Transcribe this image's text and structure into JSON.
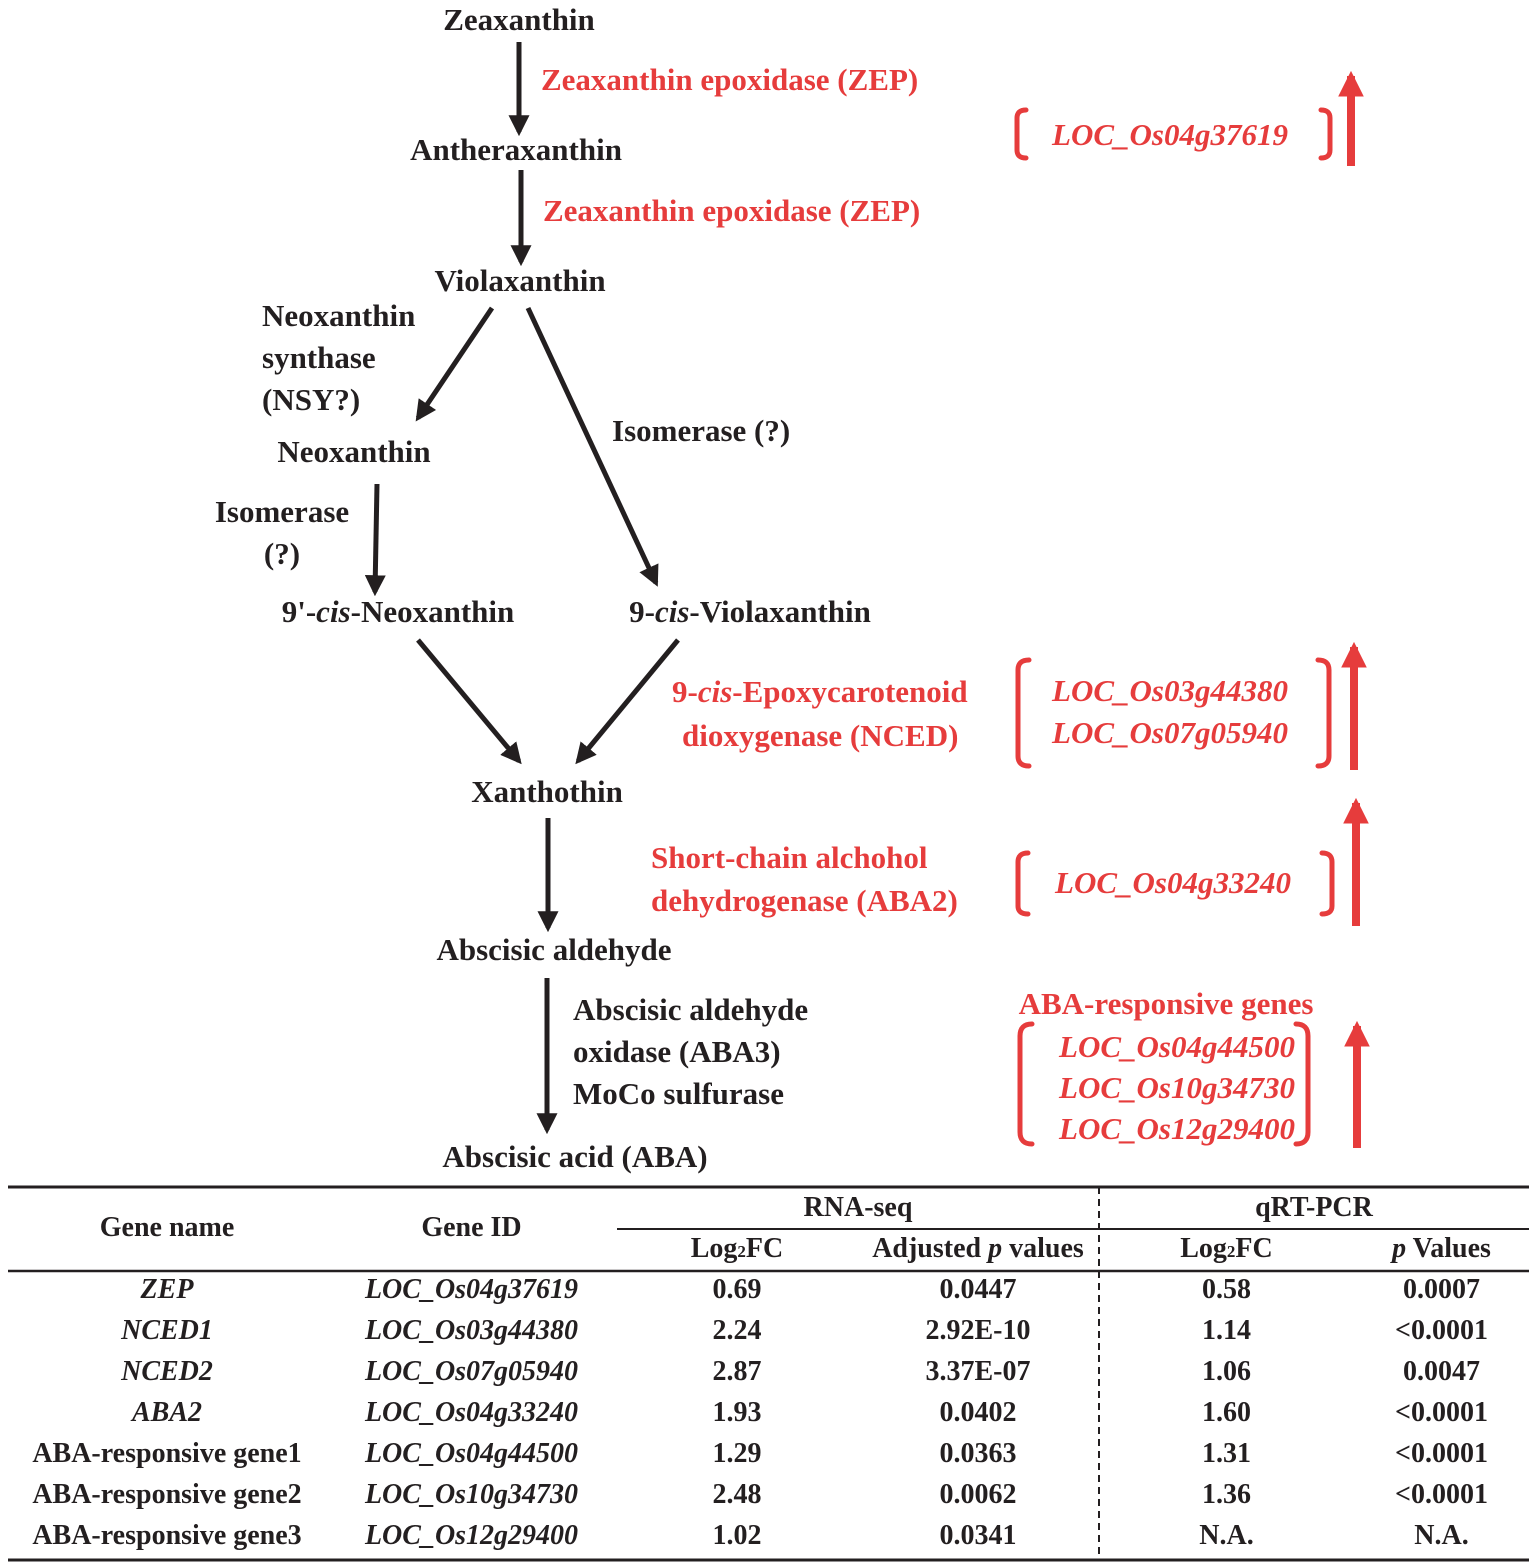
{
  "pathway": {
    "compounds": {
      "zeaxanthin": "Zeaxanthin",
      "antheraxanthin": "Antheraxanthin",
      "violaxanthin": "Violaxanthin",
      "neoxanthin": "Neoxanthin",
      "cis_neo_prefix": "9'-",
      "cis_neo_cis": "cis",
      "cis_neo_suffix": "-Neoxanthin",
      "cis_vio_prefix": "9-",
      "cis_vio_cis": "cis",
      "cis_vio_suffix": "-Violaxanthin",
      "xanthothin": "Xanthothin",
      "abscisic_aldehyde": "Abscisic aldehyde",
      "aba": "Abscisic acid (ABA)"
    },
    "enzymes": {
      "zep1": "Zeaxanthin epoxidase (ZEP)",
      "zep2": "Zeaxanthin epoxidase (ZEP)",
      "nsy_line1": "Neoxanthin",
      "nsy_line2": "synthase",
      "nsy_line3": "(NSY?)",
      "isomerase_right": "Isomerase (?)",
      "isomerase_left_line1": "Isomerase",
      "isomerase_left_line2": "(?)",
      "nced_prefix": "9-",
      "nced_cis": "cis",
      "nced_line1_suffix": "-Epoxycarotenoid",
      "nced_line2": "dioxygenase (NCED)",
      "aba2_line1": "Short-chain alchohol",
      "aba2_line2": "dehydrogenase (ABA2)",
      "aba3_line1": "Abscisic aldehyde",
      "aba3_line2": "oxidase (ABA3)",
      "aba3_line3": "MoCo sulfurase",
      "aba_responsive_title": "ABA-responsive genes"
    },
    "gene_groups": {
      "zep": [
        "LOC_Os04g37619"
      ],
      "nced": [
        "LOC_Os03g44380",
        "LOC_Os07g05940"
      ],
      "aba2": [
        "LOC_Os04g33240"
      ],
      "aba_responsive": [
        "LOC_Os04g44500",
        "LOC_Os10g34730",
        "LOC_Os12g29400"
      ]
    },
    "colors": {
      "highlight": "#e63c3c",
      "text": "#231f20"
    },
    "icons": [
      "arrow-down-icon",
      "arrow-diagonal-icon",
      "up-regulation-arrow-icon",
      "bracket-icon"
    ]
  },
  "table": {
    "headers": {
      "gene_name": "Gene name",
      "gene_id": "Gene ID",
      "rna_seq": "RNA-seq",
      "qrt_pcr": "qRT-PCR",
      "log2fc_rna_pre": "Log",
      "log2fc_rna_sub": "2",
      "log2fc_rna_post": "FC",
      "adj_p_pre": "Adjusted ",
      "adj_p_p": "p",
      "adj_p_post": " values",
      "log2fc_qpcr_pre": "Log",
      "log2fc_qpcr_sub": "2",
      "log2fc_qpcr_post": "FC",
      "p_values_p": "p",
      "p_values_post": " Values"
    },
    "rows": [
      {
        "gene_name": "ZEP",
        "gene_id": "LOC_Os04g37619",
        "rna_log2fc": "0.69",
        "rna_adj_p": "0.0447",
        "qpcr_log2fc": "0.58",
        "qpcr_p": "0.0007"
      },
      {
        "gene_name": "NCED1",
        "gene_id": "LOC_Os03g44380",
        "rna_log2fc": "2.24",
        "rna_adj_p": "2.92E-10",
        "qpcr_log2fc": "1.14",
        "qpcr_p": "<0.0001"
      },
      {
        "gene_name": "NCED2",
        "gene_id": "LOC_Os07g05940",
        "rna_log2fc": "2.87",
        "rna_adj_p": "3.37E-07",
        "qpcr_log2fc": "1.06",
        "qpcr_p": "0.0047"
      },
      {
        "gene_name": "ABA2",
        "gene_id": "LOC_Os04g33240",
        "rna_log2fc": "1.93",
        "rna_adj_p": "0.0402",
        "qpcr_log2fc": "1.60",
        "qpcr_p": "<0.0001"
      },
      {
        "gene_name": "ABA-responsive gene1",
        "gene_id": "LOC_Os04g44500",
        "rna_log2fc": "1.29",
        "rna_adj_p": "0.0363",
        "qpcr_log2fc": "1.31",
        "qpcr_p": "<0.0001"
      },
      {
        "gene_name": "ABA-responsive gene2",
        "gene_id": "LOC_Os10g34730",
        "rna_log2fc": "2.48",
        "rna_adj_p": "0.0062",
        "qpcr_log2fc": "1.36",
        "qpcr_p": "<0.0001"
      },
      {
        "gene_name": "ABA-responsive gene3",
        "gene_id": "LOC_Os12g29400",
        "rna_log2fc": "1.02",
        "rna_adj_p": "0.0341",
        "qpcr_log2fc": "N.A.",
        "qpcr_p": "N.A."
      }
    ]
  }
}
